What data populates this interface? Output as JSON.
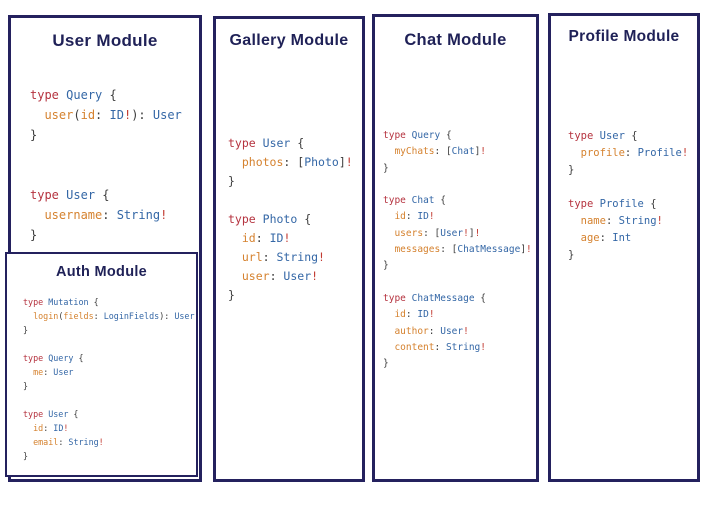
{
  "page": {
    "background": "#ffffff",
    "panel_border_color": "#24215e",
    "title_color": "#1f2157"
  },
  "syntax_colors": {
    "keyword": "#b5333f",
    "type": "#3467a6",
    "field": "#d5822f",
    "punctuation": "#3d3d3d",
    "bang": "#c23a31"
  },
  "panels": [
    {
      "id": "user",
      "title": "User Module",
      "code": [
        [
          [
            "k",
            "type"
          ],
          [
            "p",
            " "
          ],
          [
            "t",
            "Query"
          ],
          [
            "p",
            " {"
          ]
        ],
        [
          [
            "p",
            "  "
          ],
          [
            "f",
            "user"
          ],
          [
            "p",
            "("
          ],
          [
            "f",
            "id"
          ],
          [
            "p",
            ": "
          ],
          [
            "t",
            "ID"
          ],
          [
            "b",
            "!"
          ],
          [
            "p",
            "): "
          ],
          [
            "t",
            "User"
          ]
        ],
        [
          [
            "p",
            "}"
          ]
        ],
        [],
        [],
        [
          [
            "k",
            "type"
          ],
          [
            "p",
            " "
          ],
          [
            "t",
            "User"
          ],
          [
            "p",
            " {"
          ]
        ],
        [
          [
            "p",
            "  "
          ],
          [
            "f",
            "username"
          ],
          [
            "p",
            ": "
          ],
          [
            "t",
            "String"
          ],
          [
            "b",
            "!"
          ]
        ],
        [
          [
            "p",
            "}"
          ]
        ]
      ]
    },
    {
      "id": "auth",
      "title": "Auth Module",
      "code": [
        [
          [
            "k",
            "type"
          ],
          [
            "p",
            " "
          ],
          [
            "t",
            "Mutation"
          ],
          [
            "p",
            " {"
          ]
        ],
        [
          [
            "p",
            "  "
          ],
          [
            "f",
            "login"
          ],
          [
            "p",
            "("
          ],
          [
            "f",
            "fields"
          ],
          [
            "p",
            ": "
          ],
          [
            "t",
            "LoginFields"
          ],
          [
            "p",
            "): "
          ],
          [
            "t",
            "User"
          ]
        ],
        [
          [
            "p",
            "}"
          ]
        ],
        [],
        [
          [
            "k",
            "type"
          ],
          [
            "p",
            " "
          ],
          [
            "t",
            "Query"
          ],
          [
            "p",
            " {"
          ]
        ],
        [
          [
            "p",
            "  "
          ],
          [
            "f",
            "me"
          ],
          [
            "p",
            ": "
          ],
          [
            "t",
            "User"
          ]
        ],
        [
          [
            "p",
            "}"
          ]
        ],
        [],
        [
          [
            "k",
            "type"
          ],
          [
            "p",
            " "
          ],
          [
            "t",
            "User"
          ],
          [
            "p",
            " {"
          ]
        ],
        [
          [
            "p",
            "  "
          ],
          [
            "f",
            "id"
          ],
          [
            "p",
            ": "
          ],
          [
            "t",
            "ID"
          ],
          [
            "b",
            "!"
          ]
        ],
        [
          [
            "p",
            "  "
          ],
          [
            "f",
            "email"
          ],
          [
            "p",
            ": "
          ],
          [
            "t",
            "String"
          ],
          [
            "b",
            "!"
          ]
        ],
        [
          [
            "p",
            "}"
          ]
        ]
      ]
    },
    {
      "id": "gallery",
      "title": "Gallery Module",
      "code": [
        [
          [
            "k",
            "type"
          ],
          [
            "p",
            " "
          ],
          [
            "t",
            "User"
          ],
          [
            "p",
            " {"
          ]
        ],
        [
          [
            "p",
            "  "
          ],
          [
            "f",
            "photos"
          ],
          [
            "p",
            ": ["
          ],
          [
            "t",
            "Photo"
          ],
          [
            "p",
            "]"
          ],
          [
            "b",
            "!"
          ]
        ],
        [
          [
            "p",
            "}"
          ]
        ],
        [],
        [
          [
            "k",
            "type"
          ],
          [
            "p",
            " "
          ],
          [
            "t",
            "Photo"
          ],
          [
            "p",
            " {"
          ]
        ],
        [
          [
            "p",
            "  "
          ],
          [
            "f",
            "id"
          ],
          [
            "p",
            ": "
          ],
          [
            "t",
            "ID"
          ],
          [
            "b",
            "!"
          ]
        ],
        [
          [
            "p",
            "  "
          ],
          [
            "f",
            "url"
          ],
          [
            "p",
            ": "
          ],
          [
            "t",
            "String"
          ],
          [
            "b",
            "!"
          ]
        ],
        [
          [
            "p",
            "  "
          ],
          [
            "f",
            "user"
          ],
          [
            "p",
            ": "
          ],
          [
            "t",
            "User"
          ],
          [
            "b",
            "!"
          ]
        ],
        [
          [
            "p",
            "}"
          ]
        ]
      ]
    },
    {
      "id": "chat",
      "title": "Chat Module",
      "code": [
        [
          [
            "k",
            "type"
          ],
          [
            "p",
            " "
          ],
          [
            "t",
            "Query"
          ],
          [
            "p",
            " {"
          ]
        ],
        [
          [
            "p",
            "  "
          ],
          [
            "f",
            "myChats"
          ],
          [
            "p",
            ": ["
          ],
          [
            "t",
            "Chat"
          ],
          [
            "p",
            "]"
          ],
          [
            "b",
            "!"
          ]
        ],
        [
          [
            "p",
            "}"
          ]
        ],
        [],
        [
          [
            "k",
            "type"
          ],
          [
            "p",
            " "
          ],
          [
            "t",
            "Chat"
          ],
          [
            "p",
            " {"
          ]
        ],
        [
          [
            "p",
            "  "
          ],
          [
            "f",
            "id"
          ],
          [
            "p",
            ": "
          ],
          [
            "t",
            "ID"
          ],
          [
            "b",
            "!"
          ]
        ],
        [
          [
            "p",
            "  "
          ],
          [
            "f",
            "users"
          ],
          [
            "p",
            ": ["
          ],
          [
            "t",
            "User"
          ],
          [
            "b",
            "!"
          ],
          [
            "p",
            "]"
          ],
          [
            "b",
            "!"
          ]
        ],
        [
          [
            "p",
            "  "
          ],
          [
            "f",
            "messages"
          ],
          [
            "p",
            ": ["
          ],
          [
            "t",
            "ChatMessage"
          ],
          [
            "p",
            "]"
          ],
          [
            "b",
            "!"
          ]
        ],
        [
          [
            "p",
            "}"
          ]
        ],
        [],
        [
          [
            "k",
            "type"
          ],
          [
            "p",
            " "
          ],
          [
            "t",
            "ChatMessage"
          ],
          [
            "p",
            " {"
          ]
        ],
        [
          [
            "p",
            "  "
          ],
          [
            "f",
            "id"
          ],
          [
            "p",
            ": "
          ],
          [
            "t",
            "ID"
          ],
          [
            "b",
            "!"
          ]
        ],
        [
          [
            "p",
            "  "
          ],
          [
            "f",
            "author"
          ],
          [
            "p",
            ": "
          ],
          [
            "t",
            "User"
          ],
          [
            "b",
            "!"
          ]
        ],
        [
          [
            "p",
            "  "
          ],
          [
            "f",
            "content"
          ],
          [
            "p",
            ": "
          ],
          [
            "t",
            "String"
          ],
          [
            "b",
            "!"
          ]
        ],
        [
          [
            "p",
            "}"
          ]
        ]
      ]
    },
    {
      "id": "profile",
      "title": "Profile Module",
      "code": [
        [
          [
            "k",
            "type"
          ],
          [
            "p",
            " "
          ],
          [
            "t",
            "User"
          ],
          [
            "p",
            " {"
          ]
        ],
        [
          [
            "p",
            "  "
          ],
          [
            "f",
            "profile"
          ],
          [
            "p",
            ": "
          ],
          [
            "t",
            "Profile"
          ],
          [
            "b",
            "!"
          ]
        ],
        [
          [
            "p",
            "}"
          ]
        ],
        [],
        [
          [
            "k",
            "type"
          ],
          [
            "p",
            " "
          ],
          [
            "t",
            "Profile"
          ],
          [
            "p",
            " {"
          ]
        ],
        [
          [
            "p",
            "  "
          ],
          [
            "f",
            "name"
          ],
          [
            "p",
            ": "
          ],
          [
            "t",
            "String"
          ],
          [
            "b",
            "!"
          ]
        ],
        [
          [
            "p",
            "  "
          ],
          [
            "f",
            "age"
          ],
          [
            "p",
            ": "
          ],
          [
            "t",
            "Int"
          ]
        ],
        [
          [
            "p",
            "}"
          ]
        ]
      ]
    }
  ]
}
